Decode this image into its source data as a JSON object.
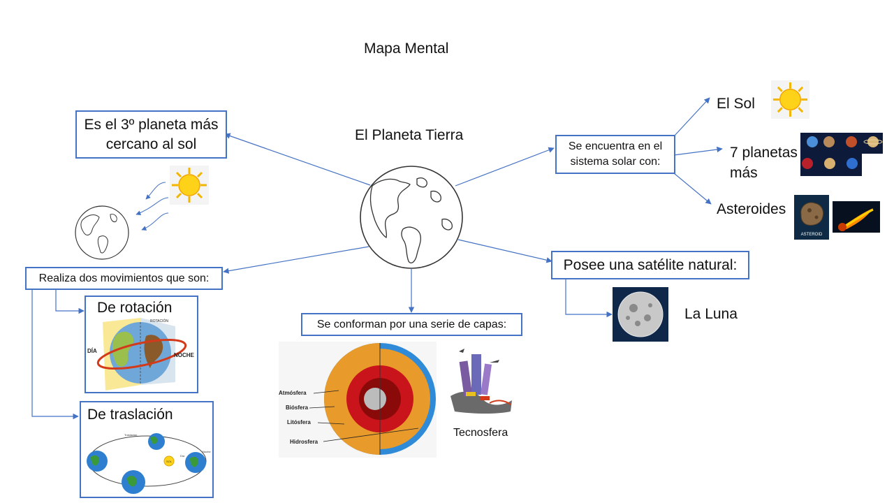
{
  "title": "Mapa Mental",
  "center": {
    "label": "El Planeta Tierra"
  },
  "nodes": {
    "tercer_planeta": {
      "line1": "Es el 3º planeta más",
      "line2": "cercano al sol"
    },
    "sistema_solar": {
      "line1": "Se encuentra en el",
      "line2": "sistema solar con:"
    },
    "el_sol": "El Sol",
    "planetas": {
      "line1": "7 planetas",
      "line2": "más"
    },
    "asteroides": "Asteroides",
    "satelite": "Posee una satélite natural:",
    "la_luna": "La Luna",
    "movimientos": "Realiza dos movimientos que son:",
    "rotacion": "De rotación",
    "traslacion": "De traslación",
    "capas": "Se conforman por una serie de capas:",
    "tecnosfera": "Tecnosfera"
  },
  "figure_labels": {
    "rotacion_dia": "DÍA",
    "rotacion_noche": "NOCHE",
    "rotacion_arrow": "ROTACIÓN",
    "traslacion_title": "Traslación",
    "traslacion_dia": "Día",
    "traslacion_noche": "Noche",
    "traslacion_sol": "SOL",
    "capas_atmosfera": "Atmósfera",
    "capas_biosfera": "Biósfera",
    "capas_litosfera": "Litósfera",
    "capas_hidrosfera": "Hidrosfera",
    "asteroid_label": "ASTEROID"
  },
  "colors": {
    "accent": "#4472c4",
    "sun": "#f7c600",
    "earth_ocean": "#2f7fd1",
    "earth_land": "#3a9a3a"
  }
}
